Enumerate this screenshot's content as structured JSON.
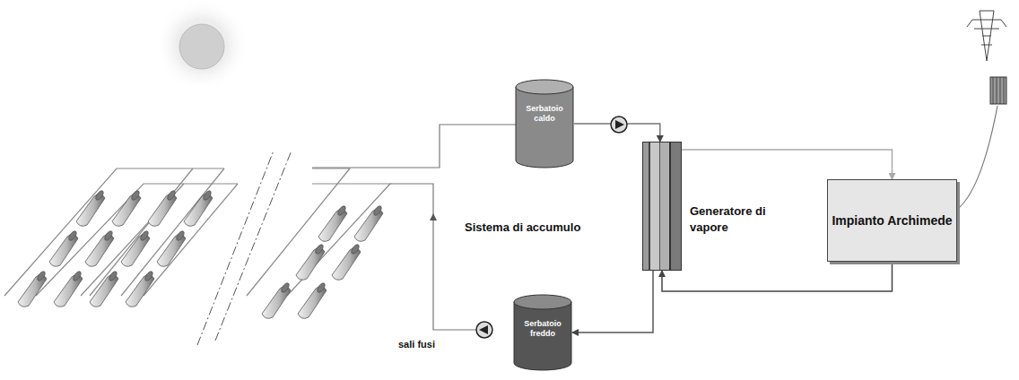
{
  "diagram": {
    "nodes": [
      {
        "text": [
          "Serbatoio caldo"
        ]
      },
      {
        "text": [
          "Generatore di vapore"
        ]
      },
      {
        "text": [
          "Impianto Archimede"
        ]
      },
      {
        "text": [
          "Serbatoio freddo"
        ]
      }
    ],
    "edges": [
      {
        "from": 0,
        "to": 1,
        "arrow": "to"
      },
      {
        "from": 1,
        "to": 2,
        "arrow": "to"
      },
      {
        "from": 2,
        "to": 1,
        "arrow": "to"
      },
      {
        "from": 1,
        "to": 3,
        "arrow": "to"
      }
    ],
    "labels": [
      "Sistema di accumulo",
      "sali fusi"
    ]
  }
}
